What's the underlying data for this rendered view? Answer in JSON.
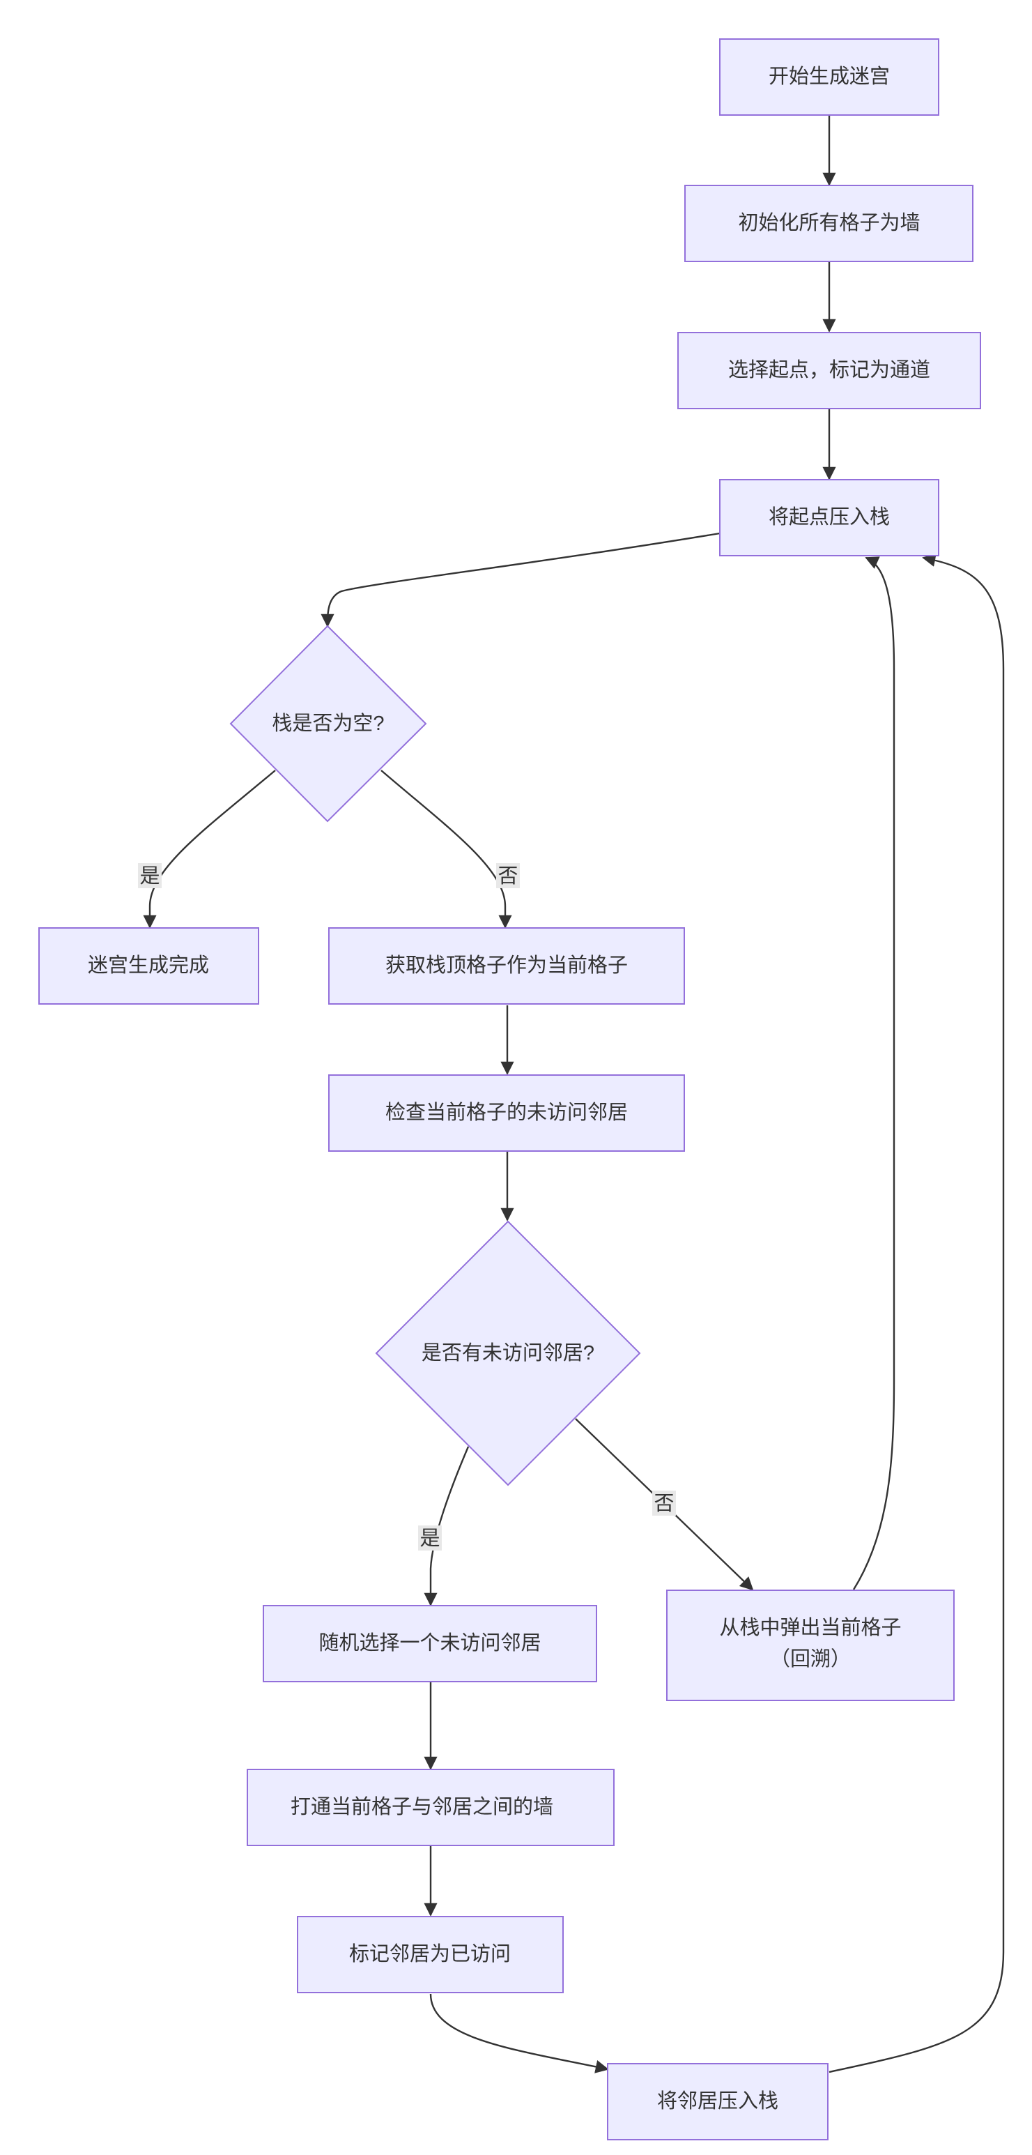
{
  "diagram": {
    "type": "flowchart",
    "nodes": {
      "start": "开始生成迷宫",
      "init": "初始化所有格子为墙",
      "choose_start": "选择起点，标记为通道",
      "push_start": "将起点压入栈",
      "stack_empty": "栈是否为空?",
      "done": "迷宫生成完成",
      "get_top": "获取栈顶格子作为当前格子",
      "check_neighbors": "检查当前格子的未访问邻居",
      "has_unvisited": "是否有未访问邻居?",
      "random_pick": "随机选择一个未访问邻居",
      "pop_line1": "从栈中弹出当前格子",
      "pop_line2": "（回溯）",
      "break_wall": "打通当前格子与邻居之间的墙",
      "mark_visited": "标记邻居为已访问",
      "push_neighbor": "将邻居压入栈"
    },
    "edge_labels": {
      "yes": "是",
      "no": "否"
    },
    "colors": {
      "node_fill": "#ECECFF",
      "node_stroke": "#9370DB",
      "edge": "#333333",
      "label_bg": "#e8e8e8"
    }
  }
}
